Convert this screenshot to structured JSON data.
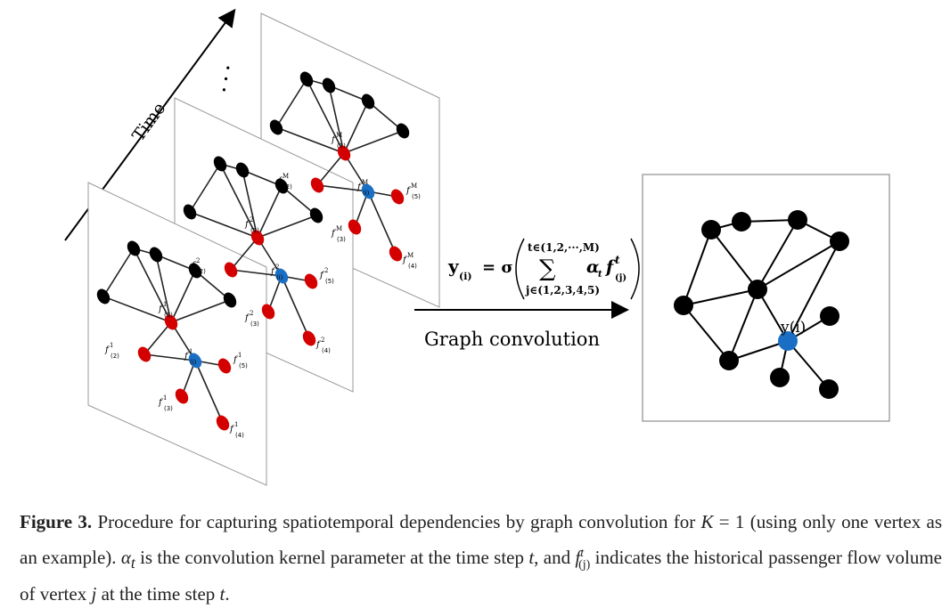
{
  "figure": {
    "time_label": "Time",
    "ellipsis": "· · ·",
    "operation_label": "Graph convolution",
    "output_node_label": "y(i)",
    "formula": {
      "lhs": "y",
      "lhs_sub": "(i)",
      "equals_sigma": "= σ",
      "sum_top": "t∈(1,2,···,M)",
      "sum_symbol": "∑",
      "sum_bottom": "j∈(1,2,3,4,5)",
      "alpha": "α",
      "alpha_sub": "t",
      "f": "f",
      "f_sup": "t",
      "f_sub": "(j)"
    },
    "layers": [
      {
        "sup": "M",
        "labels": {
          "c": "(1)",
          "n2": "(2)",
          "i": "(i)",
          "n5": "(5)",
          "n4": "(4)",
          "n3": "(3)"
        }
      },
      {
        "sup": "2",
        "labels": {
          "c": "(1)",
          "n2": "(2)",
          "i": "(i)",
          "n5": "(5)",
          "n4": "(4)",
          "n3": "(3)"
        }
      },
      {
        "sup": "1",
        "labels": {
          "c": "(1)",
          "n2": "(2)",
          "i": "(i)",
          "n5": "(5)",
          "n4": "(4)",
          "n3": "(3)"
        }
      }
    ],
    "colors": {
      "center_node": "#d40000",
      "target_node": "#1a6fc4",
      "other_node": "#000000"
    }
  },
  "caption": {
    "label": "Figure 3.",
    "text1": " Procedure for capturing spatiotemporal dependencies by graph convolution for ",
    "K": "K",
    "text2": " = 1 (using only one vertex as an example). ",
    "alpha": "α",
    "alpha_sub": "t",
    "text3": " is the convolution kernel parameter at the time step ",
    "t1": "t",
    "text4": ", and ",
    "f": "f",
    "f_sup": "t",
    "f_sub": "(j)",
    "text5": " indicates the historical passenger flow volume of vertex ",
    "j": "j",
    "text6": " at the time step ",
    "t2": "t",
    "text7": "."
  }
}
